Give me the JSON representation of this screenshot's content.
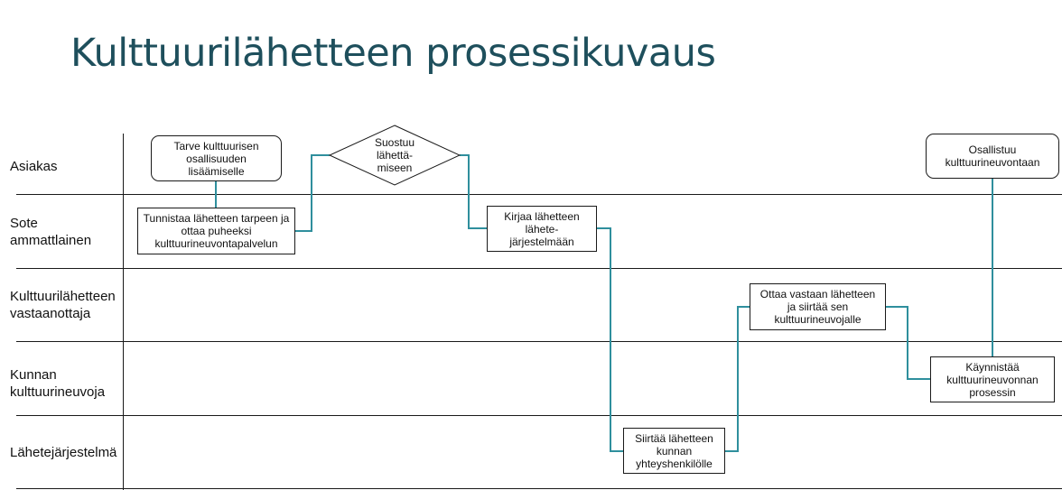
{
  "title": "Kulttuurilähetteen prosessikuvaus",
  "lanes": [
    {
      "label": "Asiakas"
    },
    {
      "label": "Sote ammattlainen"
    },
    {
      "label": "Kulttuurilähetteen vastaanottaja"
    },
    {
      "label": "Kunnan kulttuurineuvoja"
    },
    {
      "label": "Lähetejärjestelmä"
    }
  ],
  "steps": {
    "tarve": "Tarve kulttuurisen osallisuuden lisäämiselle",
    "tunnistaa": "Tunnistaa lähetteen tarpeen ja ottaa puheeksi kulttuurineuvontapalvelun",
    "suostuu": "Suostuu lähettä-miseen",
    "kirjaa": "Kirjaa lähetteen lähete-järjestelmään",
    "siirtaa": "Siirtää lähetteen kunnan yhteyshenkilölle",
    "ottaa": "Ottaa vastaan lähetteen ja siirtää sen kulttuurineuvojalle",
    "kaynnistaa": "Käynnistää kulttuurineuvonnan prosessin",
    "osallistuu": "Osallistuu kulttuurineuvontaan"
  },
  "colors": {
    "title": "#1e4f5c",
    "connector": "#2f8f9d",
    "border": "#1a1a1a"
  }
}
